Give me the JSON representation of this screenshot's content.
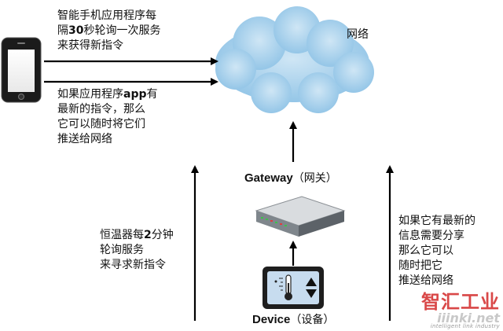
{
  "network_label": "网络",
  "phone_text_1": [
    "智能手机应用程序每",
    "隔30秒轮询一次服务",
    "来获得新指令"
  ],
  "phone_text_2": [
    "如果应用程序app有",
    "最新的指令，那么",
    "它可以随时将它们",
    "推送给网络"
  ],
  "thermostat_text": [
    "恒温器每2分钟",
    "轮询服务",
    "来寻求新指令"
  ],
  "right_text": [
    "如果它有最新的",
    "信息需要分享",
    "那么它可以",
    "随时把它",
    "推送给网络"
  ],
  "gateway_label": {
    "en": "Gateway",
    "cn": "（网关）"
  },
  "device_label": {
    "en": "Device",
    "cn": "（设备）"
  },
  "watermark": {
    "brand": "智汇工业",
    "site": "iiinki.net",
    "tagline": "intelligent link industry"
  },
  "icons": [
    "phone-icon",
    "cloud-icon",
    "gateway-router-icon",
    "thermostat-icon",
    "thermometer-icon",
    "up-down-arrows-icon"
  ]
}
